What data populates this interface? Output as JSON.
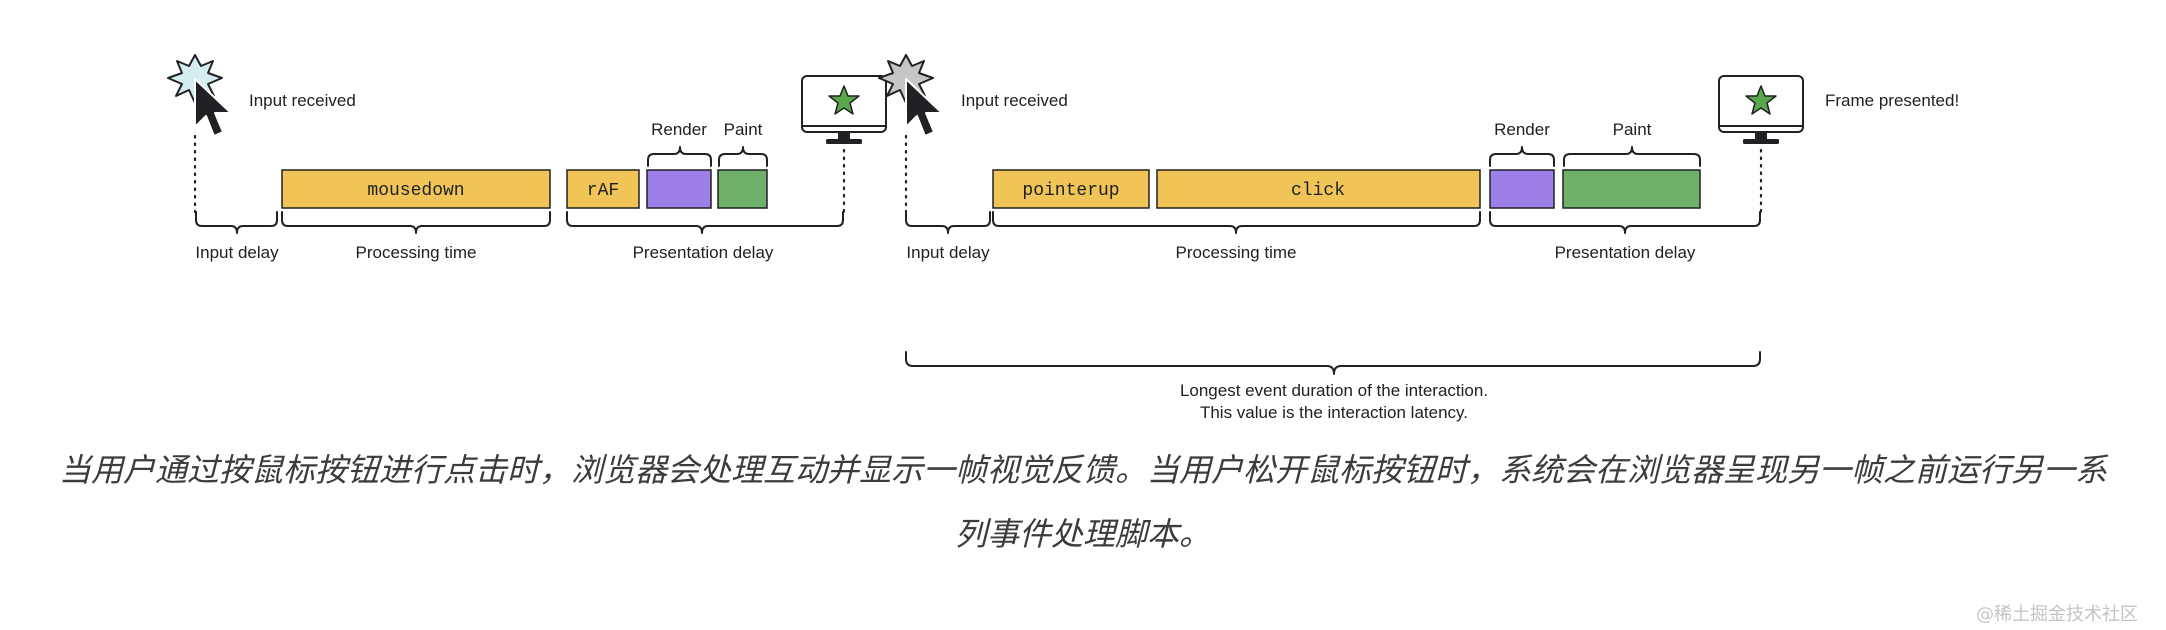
{
  "left": {
    "input_received": "Input received",
    "render": "Render",
    "paint": "Paint",
    "mousedown": "mousedown",
    "raf": "rAF",
    "input_delay": "Input delay",
    "processing_time": "Processing time",
    "presentation_delay": "Presentation delay"
  },
  "right": {
    "input_received": "Input received",
    "frame_presented": "Frame presented!",
    "render": "Render",
    "paint": "Paint",
    "pointerup": "pointerup",
    "click": "click",
    "input_delay": "Input delay",
    "processing_time": "Processing time",
    "presentation_delay": "Presentation delay",
    "longest_line1": "Longest event duration of the interaction.",
    "longest_line2": "This value is the interaction latency."
  },
  "caption": {
    "line1": "当用户通过按鼠标按钮进行点击时，浏览器会处理互动并显示一帧视觉反馈。当用户松开鼠标按钮时，系统会在浏览器呈现另一帧之前运行另一系",
    "line2": "列事件处理脚本。"
  },
  "watermark": "@稀土掘金技术社区",
  "colors": {
    "task_yellow": "#f0c457",
    "render_purple": "#9d7fe8",
    "paint_green": "#6fb06a",
    "burst_light": "#d5edf0",
    "burst_gray": "#c6c6c6",
    "star_green": "#5aa84b",
    "ink": "#202124"
  },
  "icons": [
    "click-burst-icon",
    "cursor-arrow-icon",
    "monitor-icon",
    "star-icon"
  ]
}
